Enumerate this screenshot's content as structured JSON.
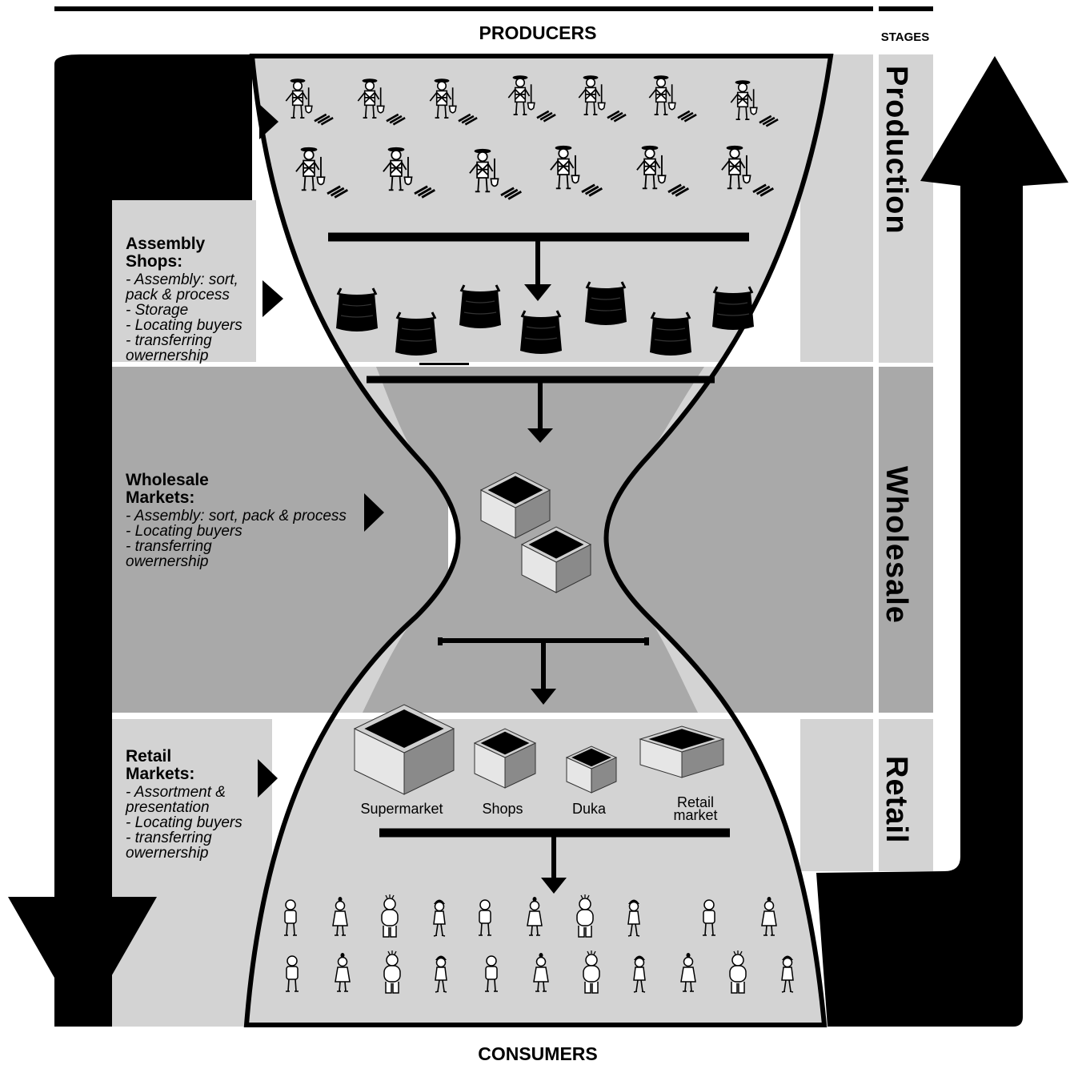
{
  "headers": {
    "top": "PRODUCERS",
    "bottom": "CONSUMERS",
    "stages": "STAGES"
  },
  "stages": [
    "Production",
    "Wholesale",
    "Retail"
  ],
  "sections": {
    "assembly": {
      "title": [
        "Assembly",
        "Shops:"
      ],
      "items": [
        "- Assembly: sort,",
        "pack & process",
        "- Storage",
        "- Locating buyers",
        "- transferring",
        "owernership"
      ]
    },
    "wholesale": {
      "title": [
        "Wholesale",
        "Markets:"
      ],
      "items": [
        "- Assembly: sort, pack & process",
        "- Locating buyers",
        "- transferring",
        "owernership"
      ]
    },
    "retail": {
      "title": [
        "Retail",
        "Markets:"
      ],
      "items": [
        "- Assortment &",
        "presentation",
        "- Locating buyers",
        "- transferring",
        "owernership"
      ]
    }
  },
  "outlets": [
    {
      "label": [
        "Supermarket"
      ],
      "icon": "supermarket-box-icon"
    },
    {
      "label": [
        "Shops"
      ],
      "icon": "shop-box-icon"
    },
    {
      "label": [
        "Duka"
      ],
      "icon": "duka-box-icon"
    },
    {
      "label": [
        "Retail",
        "market"
      ],
      "icon": "retail-market-box-icon"
    }
  ],
  "colors": {
    "light_band": "#d3d3d3",
    "dark_band": "#a9a9a9",
    "black": "#000000",
    "white": "#ffffff"
  },
  "icons": {
    "producer": "farmer-with-shovel-icon",
    "sack": "produce-sack-icon",
    "crate": "wholesale-crate-icon",
    "consumer": "consumer-person-icon"
  }
}
